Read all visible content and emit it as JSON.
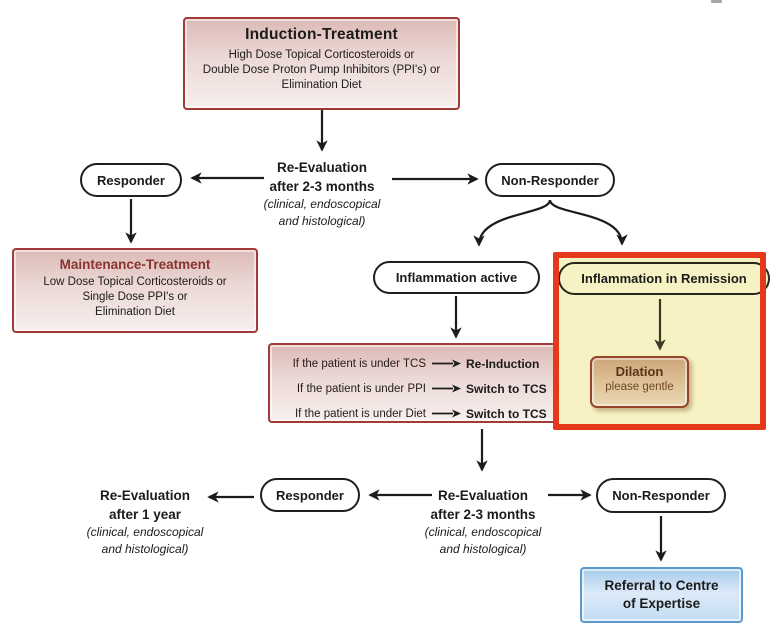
{
  "palette": {
    "box_border_red": "#a23b38",
    "box_fill_pink": "#dcbab6",
    "maintenance_title_color": "#8a342f",
    "highlight_border": "#e4391b",
    "highlight_fill": "#f7f2c4",
    "dilation_border": "#94452a",
    "dilation_fill": "#cda57c",
    "dilation_text": "#5d3316",
    "referral_border": "#5e9ad2",
    "referral_fill": "#a7cceb",
    "arrow_color": "#1c1c1c"
  },
  "nodes": {
    "induction": {
      "title": "Induction-Treatment",
      "lines": [
        "High Dose Topical Corticosteroids or",
        "Double Dose Proton Pump Inhibitors (PPI's) or",
        "Elimination Diet"
      ]
    },
    "responder_top": {
      "label": "Responder"
    },
    "re_evaluation_top": {
      "title_line1": "Re-Evaluation",
      "title_line2": "after 2-3 months",
      "note_line1": "(clinical, endoscopical",
      "note_line2": "and histological)"
    },
    "non_responder_top": {
      "label": "Non-Responder"
    },
    "maintenance": {
      "title": "Maintenance-Treatment",
      "lines": [
        "Low Dose Topical Corticosteroids or",
        "Single Dose PPI's or",
        "Elimination Diet"
      ]
    },
    "inflammation_active": {
      "label": "Inflammation active"
    },
    "inflammation_remission": {
      "label": "Inflammation in Remission"
    },
    "dilation": {
      "title": "Dilation",
      "subtitle": "please gentle"
    },
    "decision": {
      "rows": [
        {
          "condition": "If the patient is under TCS",
          "action": "Re-Induction"
        },
        {
          "condition": "If the patient is under PPI",
          "action": "Switch to TCS"
        },
        {
          "condition": "If the patient is under Diet",
          "action": "Switch to TCS"
        }
      ]
    },
    "re_evaluation_year": {
      "title_line1": "Re-Evaluation",
      "title_line2": "after 1 year",
      "note_line1": "(clinical, endoscopical",
      "note_line2": "and histological)"
    },
    "responder_bottom": {
      "label": "Responder"
    },
    "re_evaluation_bottom": {
      "title_line1": "Re-Evaluation",
      "title_line2": "after 2-3 months",
      "note_line1": "(clinical, endoscopical",
      "note_line2": "and histological)"
    },
    "non_responder_bottom": {
      "label": "Non-Responder"
    },
    "referral": {
      "line1": "Referral to Centre",
      "line2": "of Expertise"
    }
  }
}
